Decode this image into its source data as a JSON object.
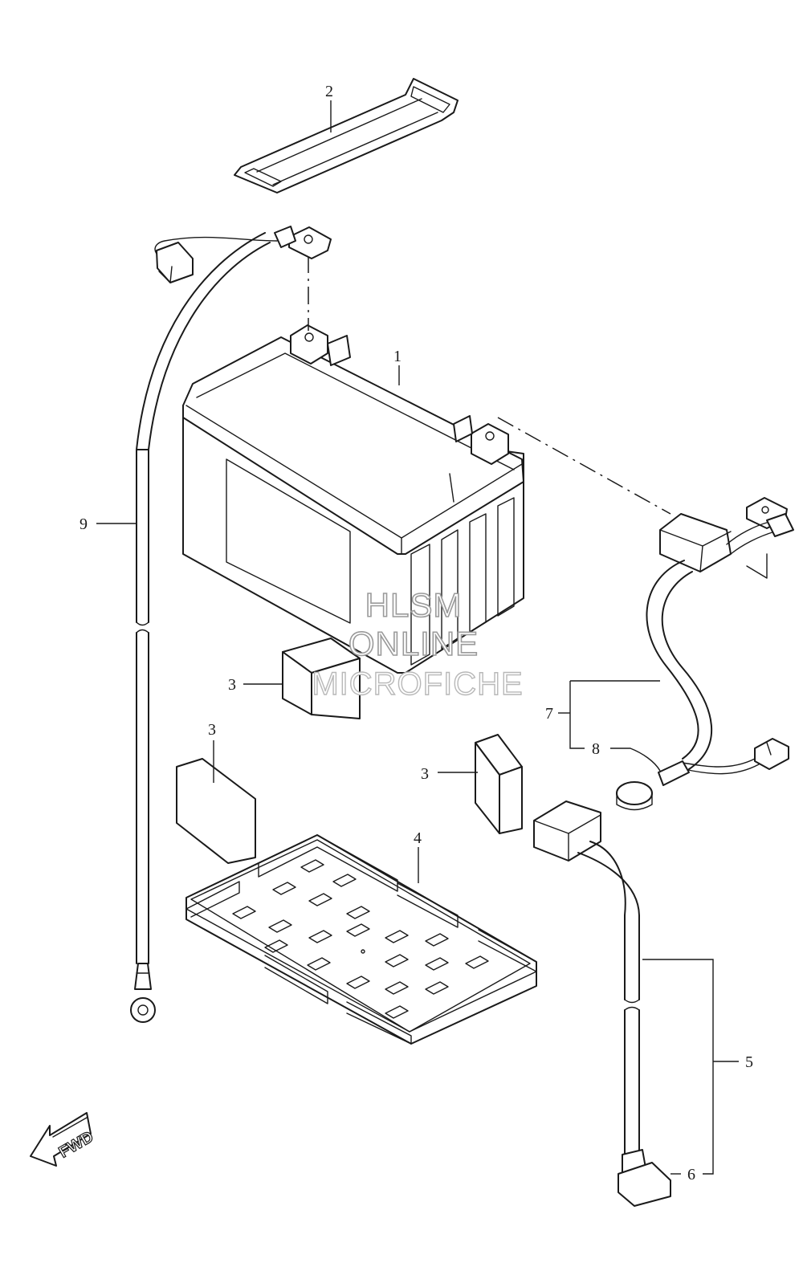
{
  "callouts": {
    "c1": "1",
    "c2": "2",
    "c3a": "3",
    "c3b": "3",
    "c3c": "3",
    "c4": "4",
    "c5": "5",
    "c6": "6",
    "c7": "7",
    "c8": "8",
    "c9": "9"
  },
  "watermark": {
    "line1": "HLSM",
    "line2": "ONLINE",
    "line3": "MICROFICHE"
  },
  "fwd_badge": "FWD"
}
